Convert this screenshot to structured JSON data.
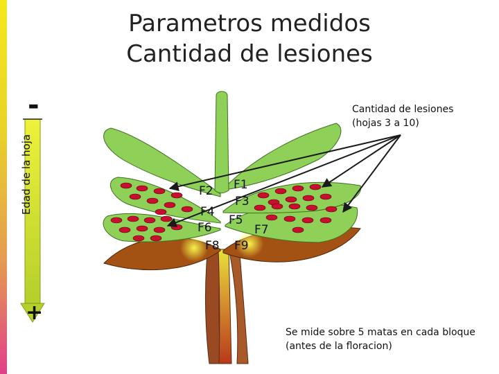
{
  "title": {
    "line1": "Parametros medidos",
    "line2": "Cantidad de lesiones"
  },
  "axis": {
    "label": "Edad de la hoja",
    "top_sign": "-",
    "bottom_sign": "+"
  },
  "annotation_top": {
    "line1": "Cantidad de lesiones",
    "line2": "(hojas 3 a 10)"
  },
  "annotation_bottom": {
    "line1": "Se mide  sobre 5 matas en cada bloque",
    "line2": "(antes de la floracion)"
  },
  "leaf_labels": [
    "F1",
    "F2",
    "F3",
    "F4",
    "F5",
    "F6",
    "F7",
    "F8",
    "F9"
  ],
  "colors": {
    "leaf_green": "#8fd158",
    "leaf_green_dark": "#5f9c3a",
    "leaf_brown": "#a0501a",
    "lesion_red": "#c8102e",
    "arrow_green": "#6aa32e",
    "axis_gradient_top": "#e8f040",
    "axis_gradient_bottom": "#a8c82a"
  }
}
